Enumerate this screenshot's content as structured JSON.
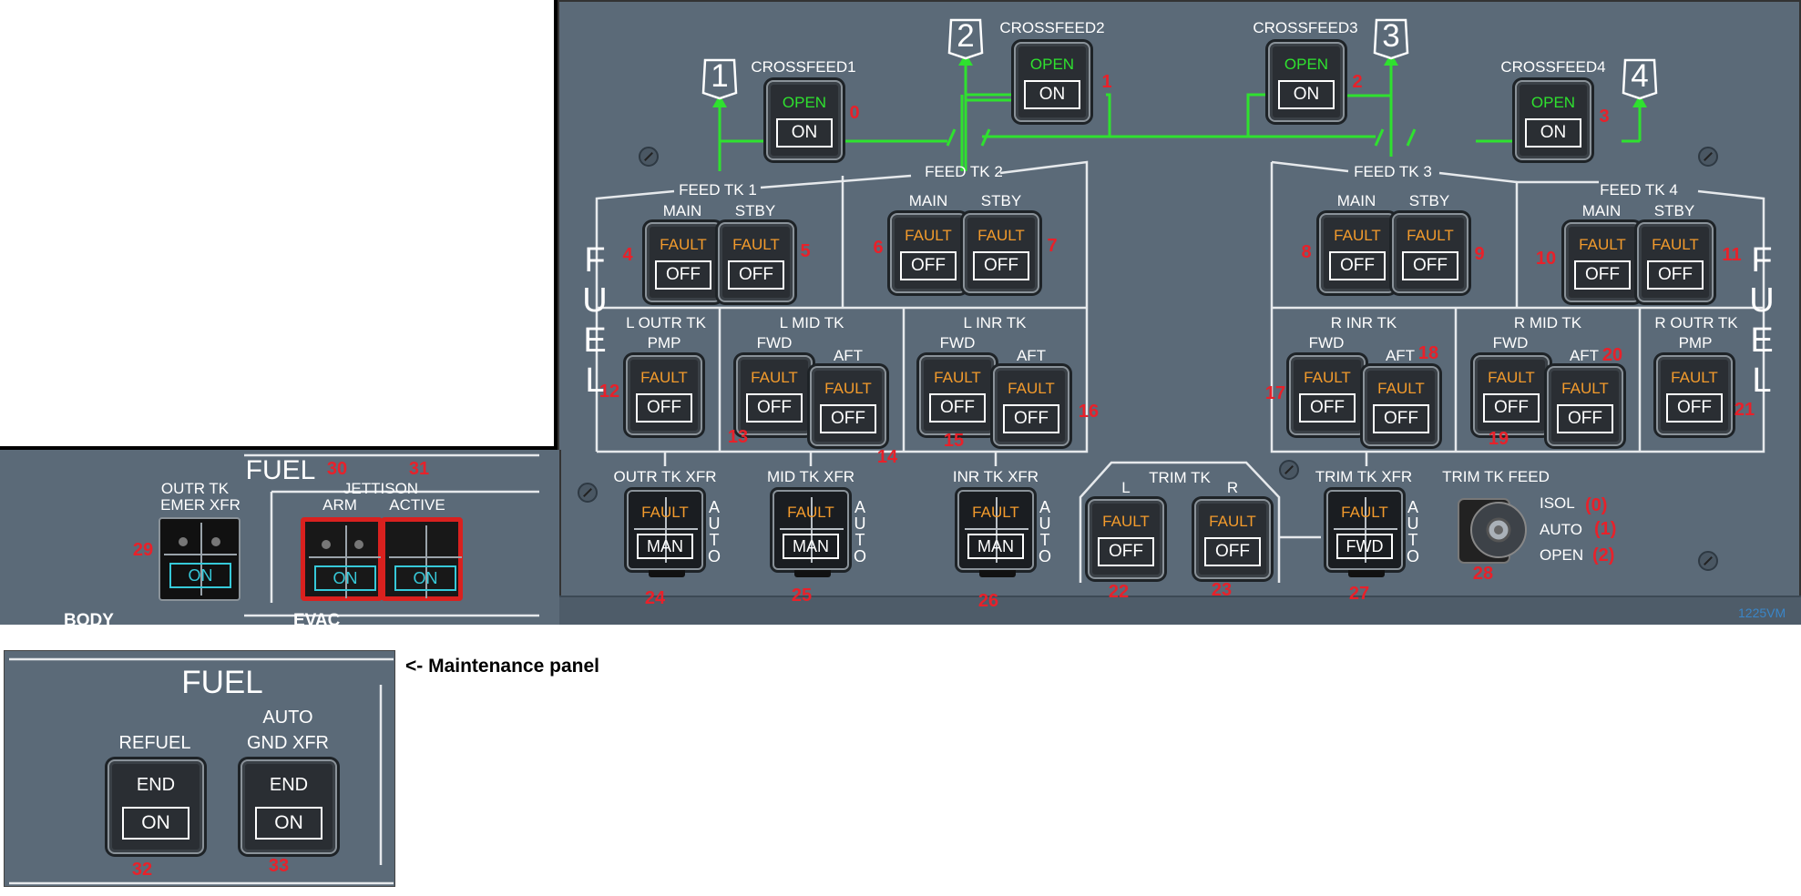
{
  "note": "<- Maintenance panel",
  "watermark": "1225VM",
  "labels": {
    "crossfeed1": "CROSSFEED1",
    "crossfeed2": "CROSSFEED2",
    "crossfeed3": "CROSSFEED3",
    "crossfeed4": "CROSSFEED4",
    "eng1": "1",
    "eng2": "2",
    "eng3": "3",
    "eng4": "4",
    "feed1": "FEED TK 1",
    "feed2": "FEED TK 2",
    "feed3": "FEED TK 3",
    "feed4": "FEED TK 4",
    "main": "MAIN",
    "stby": "STBY",
    "fwd": "FWD",
    "aft": "AFT",
    "pmp": "PMP",
    "l_outr": "L OUTR TK",
    "l_mid": "L MID TK",
    "l_inr": "L INR TK",
    "r_inr": "R INR TK",
    "r_mid": "R MID TK",
    "r_outr": "R OUTR TK",
    "outr_xfr": "OUTR TK XFR",
    "mid_xfr": "MID TK XFR",
    "inr_xfr": "INR TK XFR",
    "trim_tk": "TRIM TK",
    "trim_l": "L",
    "trim_r": "R",
    "trim_xfr": "TRIM TK XFR",
    "trim_feed": "TRIM TK FEED",
    "fuel_vert": [
      "F",
      "U",
      "E",
      "L"
    ],
    "auto_vert": [
      "A",
      "U",
      "T",
      "O"
    ],
    "isol": "ISOL",
    "auto": "AUTO",
    "open": "OPEN",
    "isol_pos": "(0)",
    "auto_pos": "(1)",
    "open_pos": "(2)",
    "lp_fuel": "FUEL",
    "lp_outr": "OUTR TK",
    "lp_emer": "EMER XFR",
    "lp_jett": "JETTISON",
    "lp_arm": "ARM",
    "lp_active": "ACTIVE",
    "lp_cut1": "BODY",
    "lp_cut2": "EVAC",
    "mp_fuel": "FUEL",
    "mp_refuel": "REFUEL",
    "mp_auto": "AUTO",
    "mp_gnd": "GND XFR"
  },
  "buttons": {
    "fault": "FAULT",
    "off": "OFF",
    "open": "OPEN",
    "on": "ON",
    "man": "MAN",
    "fwd": "FWD",
    "end": "END"
  },
  "numbers": [
    "0",
    "1",
    "2",
    "3",
    "4",
    "5",
    "6",
    "7",
    "8",
    "9",
    "10",
    "11",
    "12",
    "13",
    "14",
    "15",
    "16",
    "17",
    "18",
    "19",
    "20",
    "21",
    "22",
    "23",
    "24",
    "25",
    "26",
    "27",
    "28",
    "29",
    "30",
    "31",
    "32",
    "33"
  ]
}
